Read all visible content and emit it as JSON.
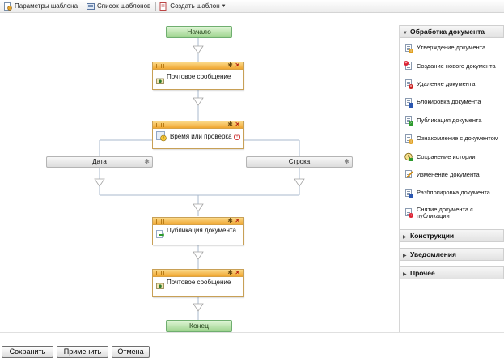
{
  "toolbar": {
    "template_params": "Параметры шаблона",
    "template_list": "Список шаблонов",
    "create_template": "Создать шаблон"
  },
  "canvas": {
    "start": "Начало",
    "end": "Конец",
    "activities": [
      {
        "label": "Почтовое сообщение",
        "icon": "mail-icon"
      },
      {
        "label": "Время или проверка",
        "icon": "condition-icon"
      },
      {
        "label": "Публикация документа",
        "icon": "publish-icon"
      },
      {
        "label": "Почтовое сообщение",
        "icon": "mail-icon"
      }
    ],
    "branches": [
      "Дата",
      "Строка"
    ]
  },
  "panel": {
    "expanded_section": "Обработка документа",
    "items": [
      {
        "label": "Утверждение документа",
        "icon": "approve-doc-icon"
      },
      {
        "label": "Создание нового документа",
        "icon": "new-doc-icon"
      },
      {
        "label": "Удаление документа",
        "icon": "delete-doc-icon"
      },
      {
        "label": "Блокировка документа",
        "icon": "lock-doc-icon"
      },
      {
        "label": "Публикация документа",
        "icon": "publish-doc-icon"
      },
      {
        "label": "Ознакомление с документом",
        "icon": "review-doc-icon"
      },
      {
        "label": "Сохранение истории",
        "icon": "history-icon"
      },
      {
        "label": "Изменение документа",
        "icon": "edit-doc-icon"
      },
      {
        "label": "Разблокировка документа",
        "icon": "unlock-doc-icon"
      },
      {
        "label": "Снятие документа с публикации",
        "icon": "unpublish-doc-icon"
      }
    ],
    "collapsed_sections": [
      "Конструкции",
      "Уведомления",
      "Прочее"
    ]
  },
  "buttons": {
    "save": "Сохранить",
    "apply": "Применить",
    "cancel": "Отмена"
  },
  "colors": {
    "start_end_fill": "#9fd48f",
    "activity_header": "#f0a731",
    "connector": "#a9b9cc"
  }
}
